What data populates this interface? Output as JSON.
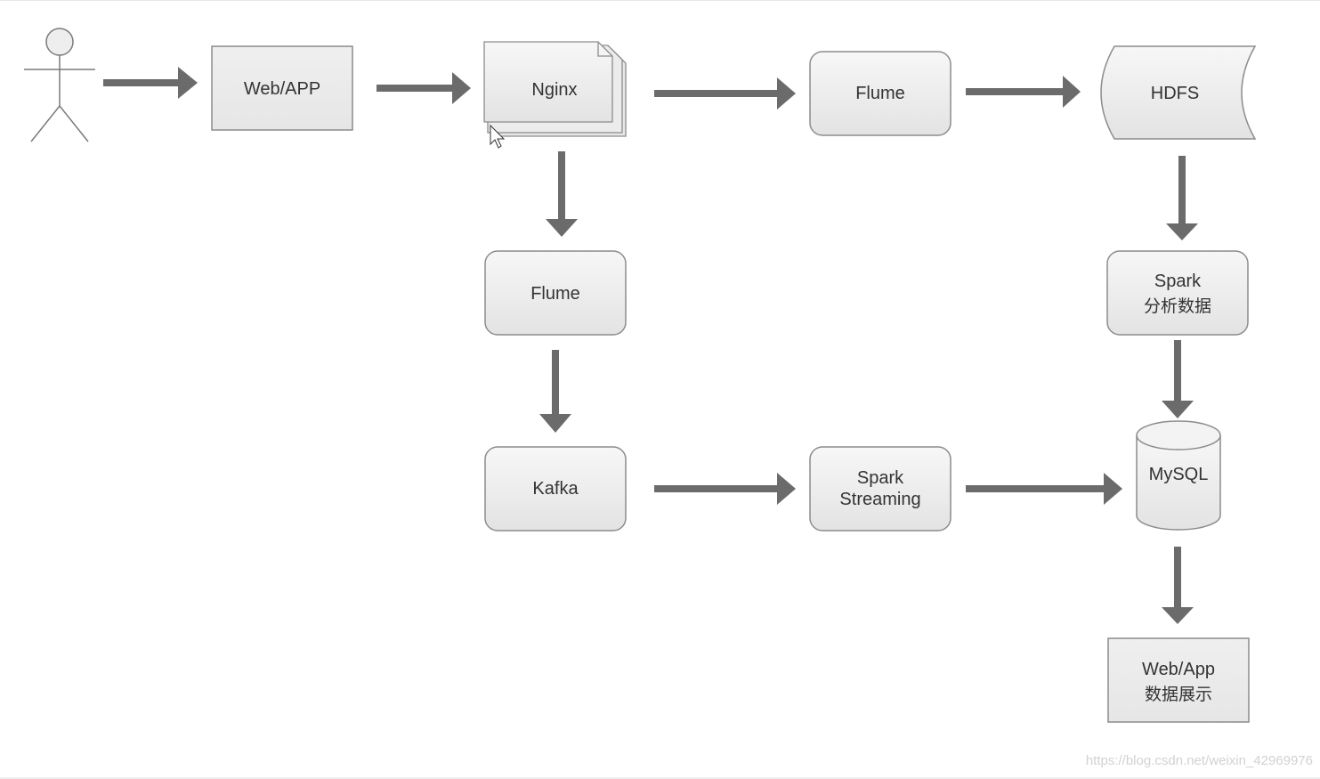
{
  "diagram": {
    "nodes": {
      "user": {
        "shape": "actor"
      },
      "web_app_client": {
        "label": "Web/APP",
        "shape": "rectangle"
      },
      "nginx": {
        "label": "Nginx",
        "shape": "document-stack"
      },
      "flume_batch": {
        "label": "Flume",
        "shape": "rounded-rectangle"
      },
      "hdfs": {
        "label": "HDFS",
        "shape": "stored-data"
      },
      "flume_stream": {
        "label": "Flume",
        "shape": "rounded-rectangle"
      },
      "spark_analysis": {
        "line1": "Spark",
        "line2": "分析数据",
        "shape": "rounded-rectangle"
      },
      "kafka": {
        "label": "Kafka",
        "shape": "rounded-rectangle"
      },
      "spark_streaming": {
        "line1": "Spark",
        "line2": "Streaming",
        "shape": "rounded-rectangle"
      },
      "mysql": {
        "label": "MySQL",
        "shape": "cylinder"
      },
      "web_app_display": {
        "line1": "Web/App",
        "line2": "数据展示",
        "shape": "rectangle"
      }
    },
    "edges": [
      {
        "from": "user",
        "to": "web_app_client"
      },
      {
        "from": "web_app_client",
        "to": "nginx"
      },
      {
        "from": "nginx",
        "to": "flume_batch"
      },
      {
        "from": "flume_batch",
        "to": "hdfs"
      },
      {
        "from": "nginx",
        "to": "flume_stream"
      },
      {
        "from": "hdfs",
        "to": "spark_analysis"
      },
      {
        "from": "flume_stream",
        "to": "kafka"
      },
      {
        "from": "spark_analysis",
        "to": "mysql"
      },
      {
        "from": "kafka",
        "to": "spark_streaming"
      },
      {
        "from": "spark_streaming",
        "to": "mysql"
      },
      {
        "from": "mysql",
        "to": "web_app_display"
      }
    ],
    "colors": {
      "node_fill_top": "#f7f7f7",
      "node_fill_bottom": "#e3e3e3",
      "node_stroke": "#8c8c8c",
      "arrow": "#6b6b6b",
      "text": "#333333"
    }
  },
  "watermark": "https://blog.csdn.net/weixin_42969976",
  "cursor": {
    "icon": "pointer-cursor-icon"
  }
}
